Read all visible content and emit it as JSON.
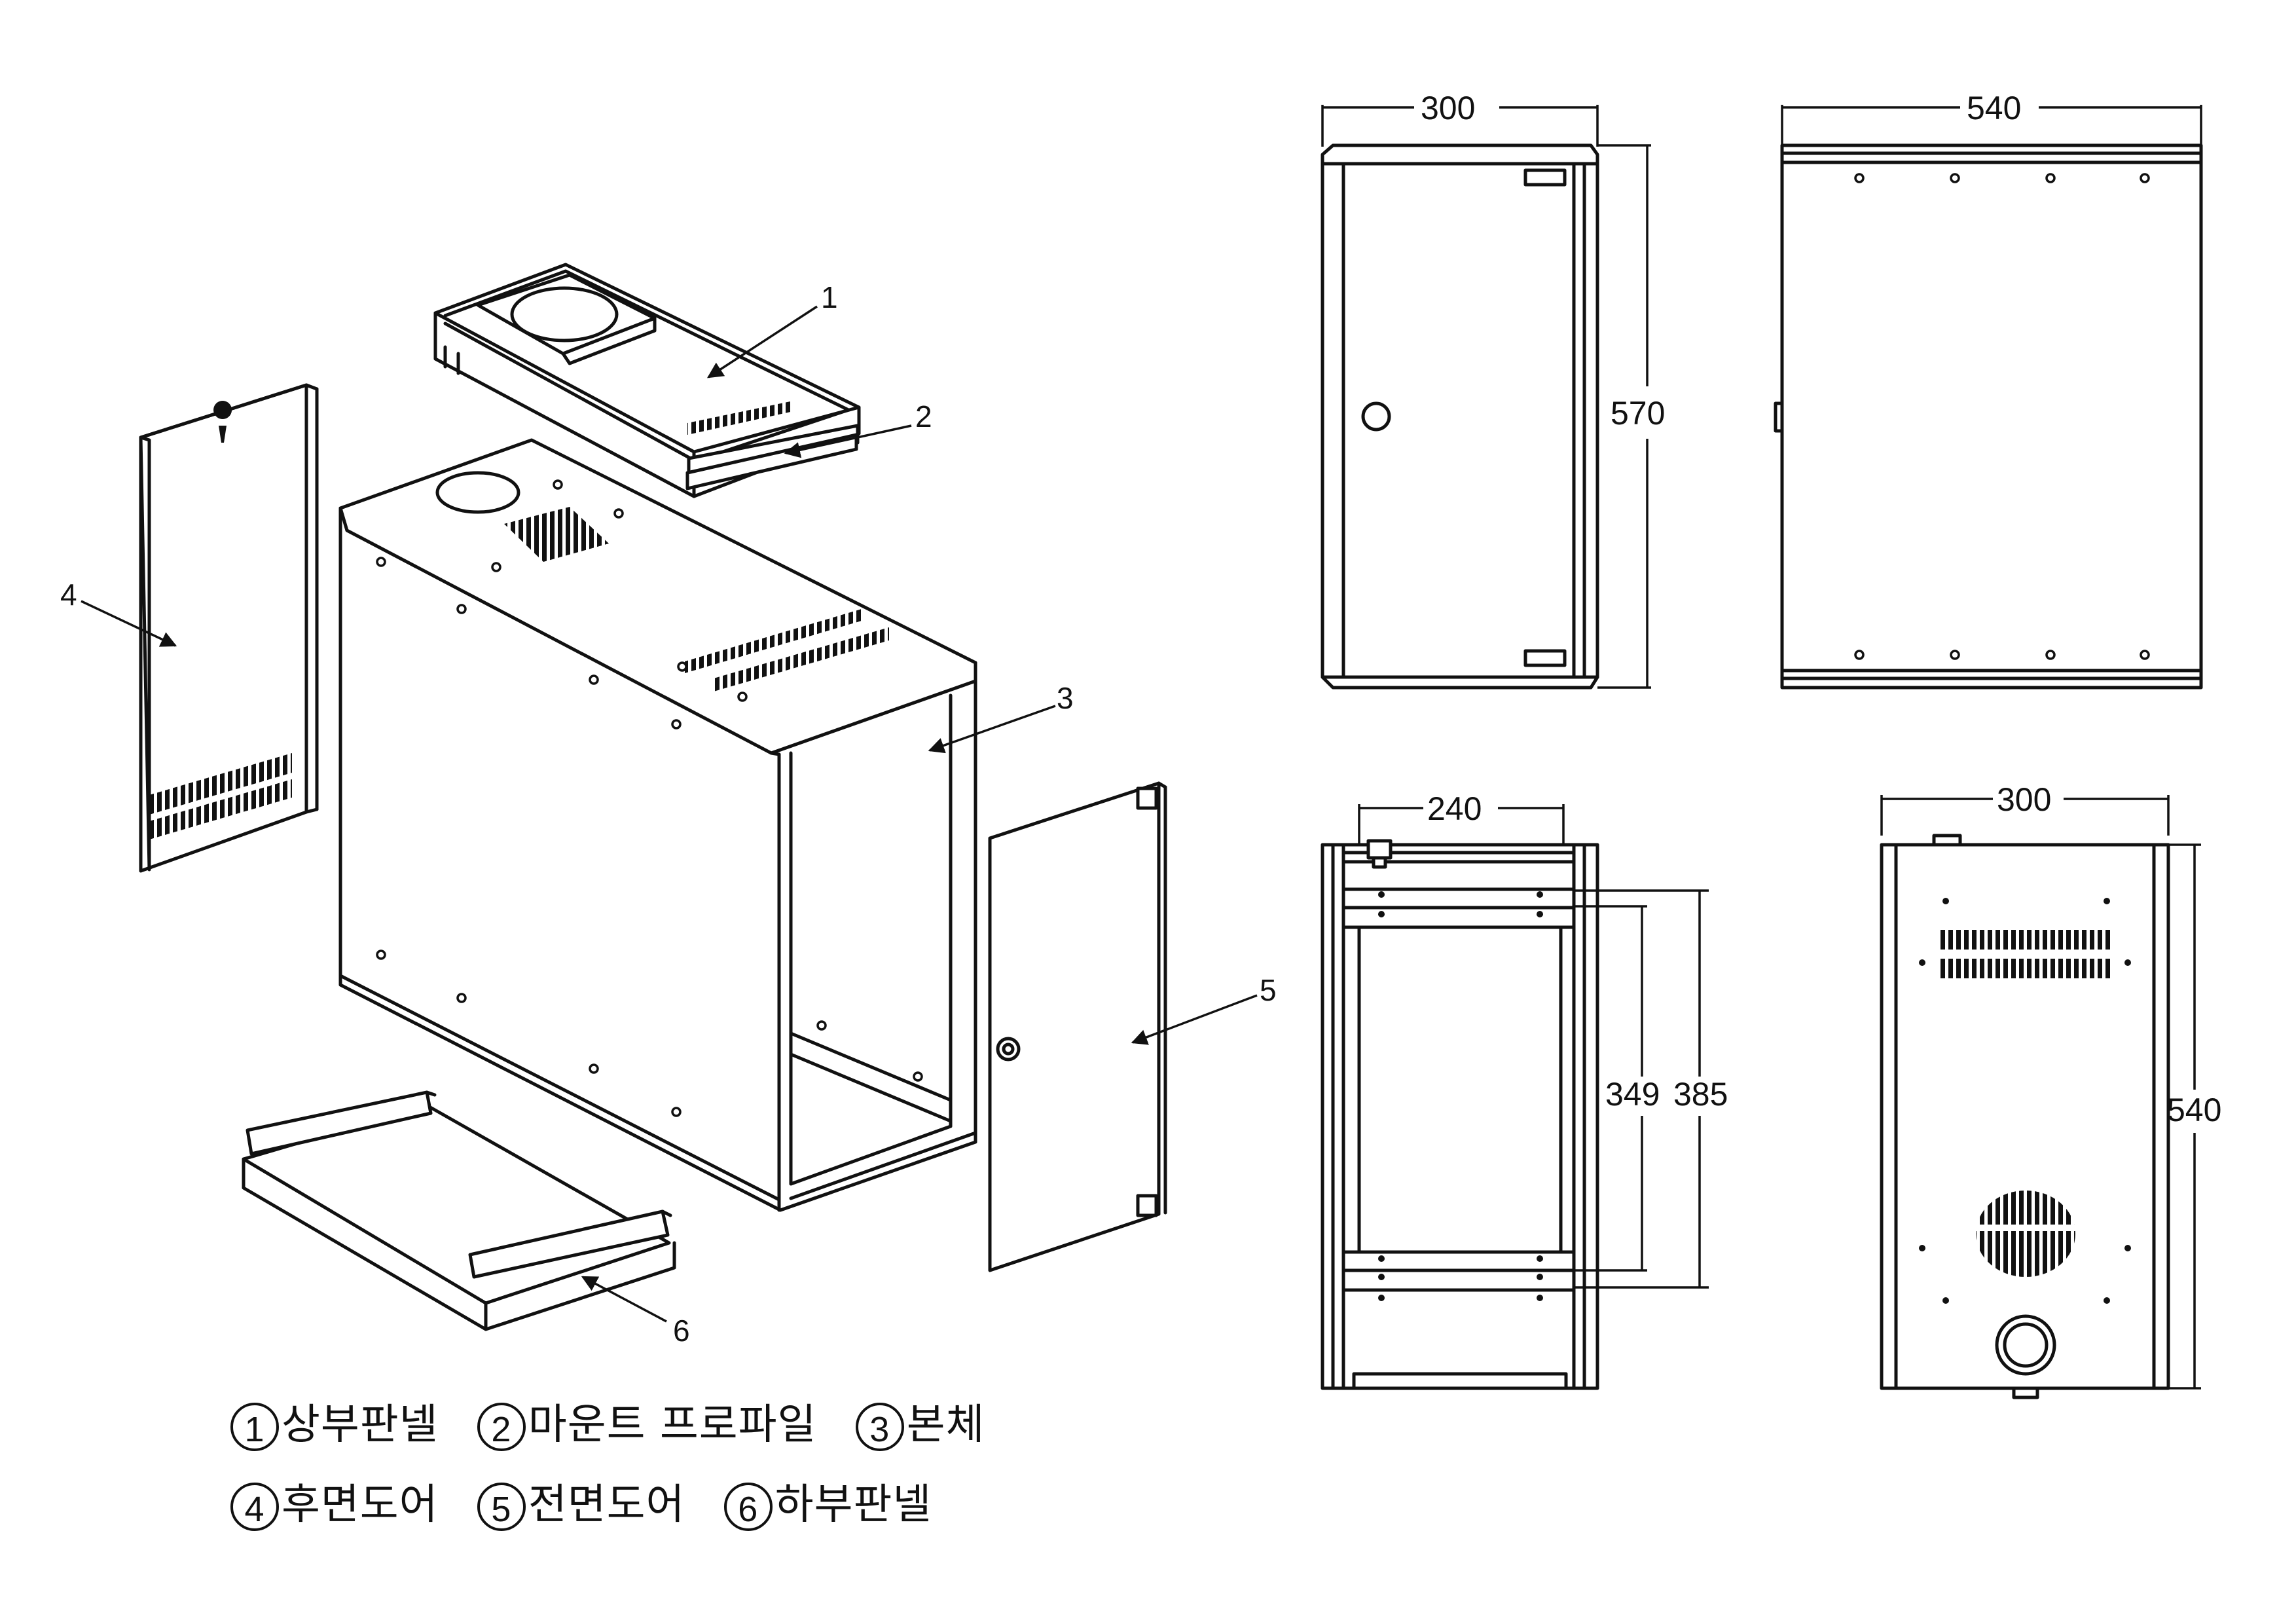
{
  "callouts": [
    "1",
    "2",
    "3",
    "4",
    "5",
    "6"
  ],
  "dimensions": {
    "front_width": "300",
    "side_width": "540",
    "height": "570",
    "inner_width": "240",
    "rail_inner": "349",
    "rail_outer": "385",
    "top_width": "300",
    "top_depth": "540"
  },
  "legend": {
    "row1": [
      {
        "num": "1",
        "label": "상부판넬"
      },
      {
        "num": "2",
        "label": "마운트 프로파일"
      },
      {
        "num": "3",
        "label": "본체"
      }
    ],
    "row2": [
      {
        "num": "4",
        "label": "후면도어"
      },
      {
        "num": "5",
        "label": "전면도어"
      },
      {
        "num": "6",
        "label": "하부판넬"
      }
    ]
  }
}
